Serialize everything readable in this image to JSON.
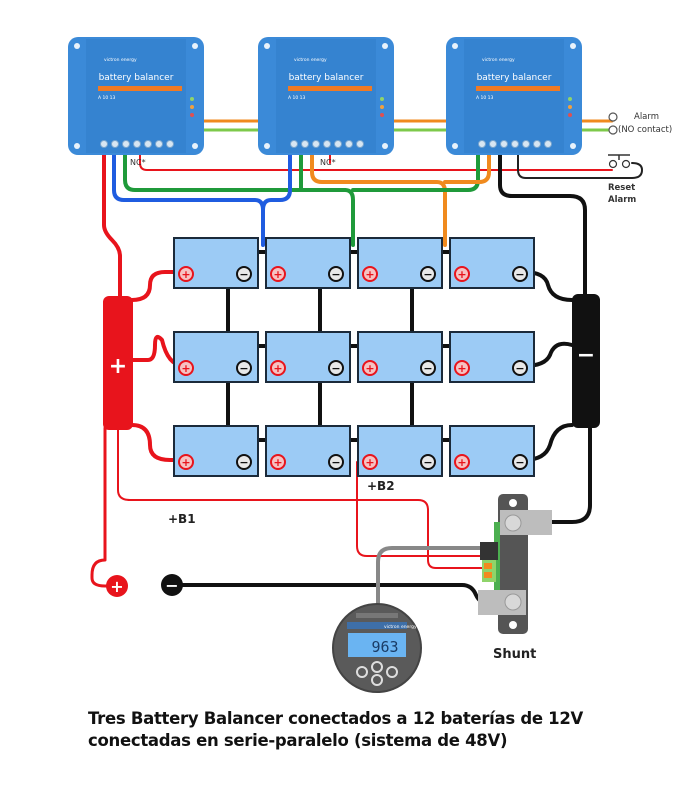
{
  "diagram": {
    "title": "Battery Balancer wiring diagram",
    "balancers": [
      {
        "id": "bb1",
        "brand": "victron energy",
        "name": "battery balancer",
        "model": "A 10 13",
        "nc_label": "NC*"
      },
      {
        "id": "bb2",
        "brand": "victron energy",
        "name": "battery balancer",
        "model": "A 10 13",
        "nc_label": "NC*"
      },
      {
        "id": "bb3",
        "brand": "victron energy",
        "name": "battery balancer",
        "model": "A 10 13"
      }
    ],
    "alarm": {
      "line1": "Alarm",
      "line2": "(NO contact)"
    },
    "reset": {
      "line1": "Reset",
      "line2": "Alarm"
    },
    "bus_positive_symbol": "+",
    "bus_negative_symbol": "−",
    "battery_rows": 3,
    "battery_cols": 4,
    "battery_voltage": "12V",
    "labels": {
      "b1": "+B1",
      "b2": "+B2",
      "shunt": "Shunt"
    },
    "terminal_positive": "+",
    "terminal_negative": "−",
    "monitor": {
      "display_value": "963",
      "brand": "victron energy"
    },
    "colors": {
      "positive": "#e8141c",
      "negative": "#111111",
      "blue_wire": "#1f5ce0",
      "green_wire": "#1f9a3a",
      "orange_wire": "#f08a1e",
      "light_green_wire": "#7dc94a",
      "battery_fill": "#9ccbf5",
      "balancer_fill": "#3b8ad8",
      "balancer_stripe": "#f07a24"
    }
  },
  "caption": {
    "line1": "Tres Battery Balancer conectados a 12 baterías de 12V",
    "line2": "conectadas en serie-paralelo (sistema de 48V)"
  }
}
